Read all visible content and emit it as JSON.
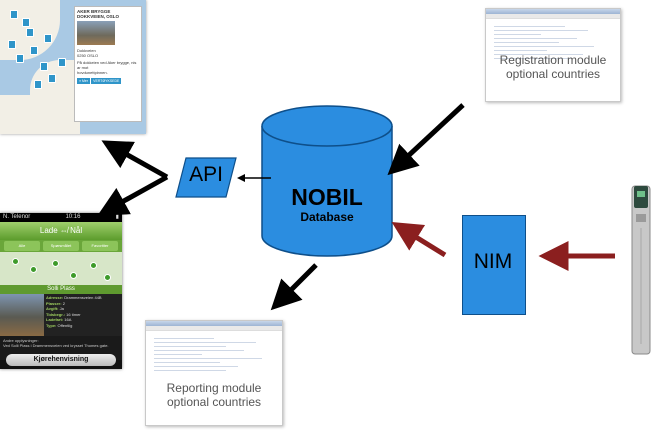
{
  "map_screenshot": {
    "popup_title": "AKER BRYGGE DOKKVEIEN, OSLO",
    "popup_lines": [
      "Dokkveien",
      "0250 OSLO",
      "På dokkeien ved Aker brygge, nis ar mot",
      "hovdunettpinnen."
    ],
    "popup_buttons": [
      "≡ Mer",
      "VERTØYKSEDE"
    ]
  },
  "phone_screenshot": {
    "carrier": "N. Telenor",
    "time": "10:16",
    "app_title": "Lade ⇎ Nål",
    "tabs": [
      "Alle",
      "Spørsmålet",
      "Favoritter"
    ],
    "station_title": "Solli Plass",
    "details": [
      {
        "k": "Adresse:",
        "v": "Drammensveien 44B"
      },
      {
        "k": "Plasser:",
        "v": "2"
      },
      {
        "k": "Avgift:",
        "v": "Ja"
      },
      {
        "k": "Tidsbegr.:",
        "v": "16 timer"
      },
      {
        "k": "Ladefart:",
        "v": "16A"
      },
      {
        "k": "Type:",
        "v": "Offentlig"
      }
    ],
    "more_title": "Andre opplysninger:",
    "more_text": "Ved Solli Plass i Drammensveien ved krysset Thomes gate.",
    "button": "Kjørehenvisning"
  },
  "registration_module": {
    "label_line1": "Registration module",
    "label_line2": "optional countries"
  },
  "reporting_module": {
    "label_line1": "Reporting module",
    "label_line2": "optional countries"
  },
  "database": {
    "name": "NOBIL",
    "subtitle": "Database",
    "color": "#2b8de0"
  },
  "api": {
    "label": "API"
  },
  "nim": {
    "label": "NIM"
  },
  "colors": {
    "primary_arrow": "#000000",
    "nim_arrow": "#8b1f1f",
    "box_fill": "#2b8de0"
  }
}
